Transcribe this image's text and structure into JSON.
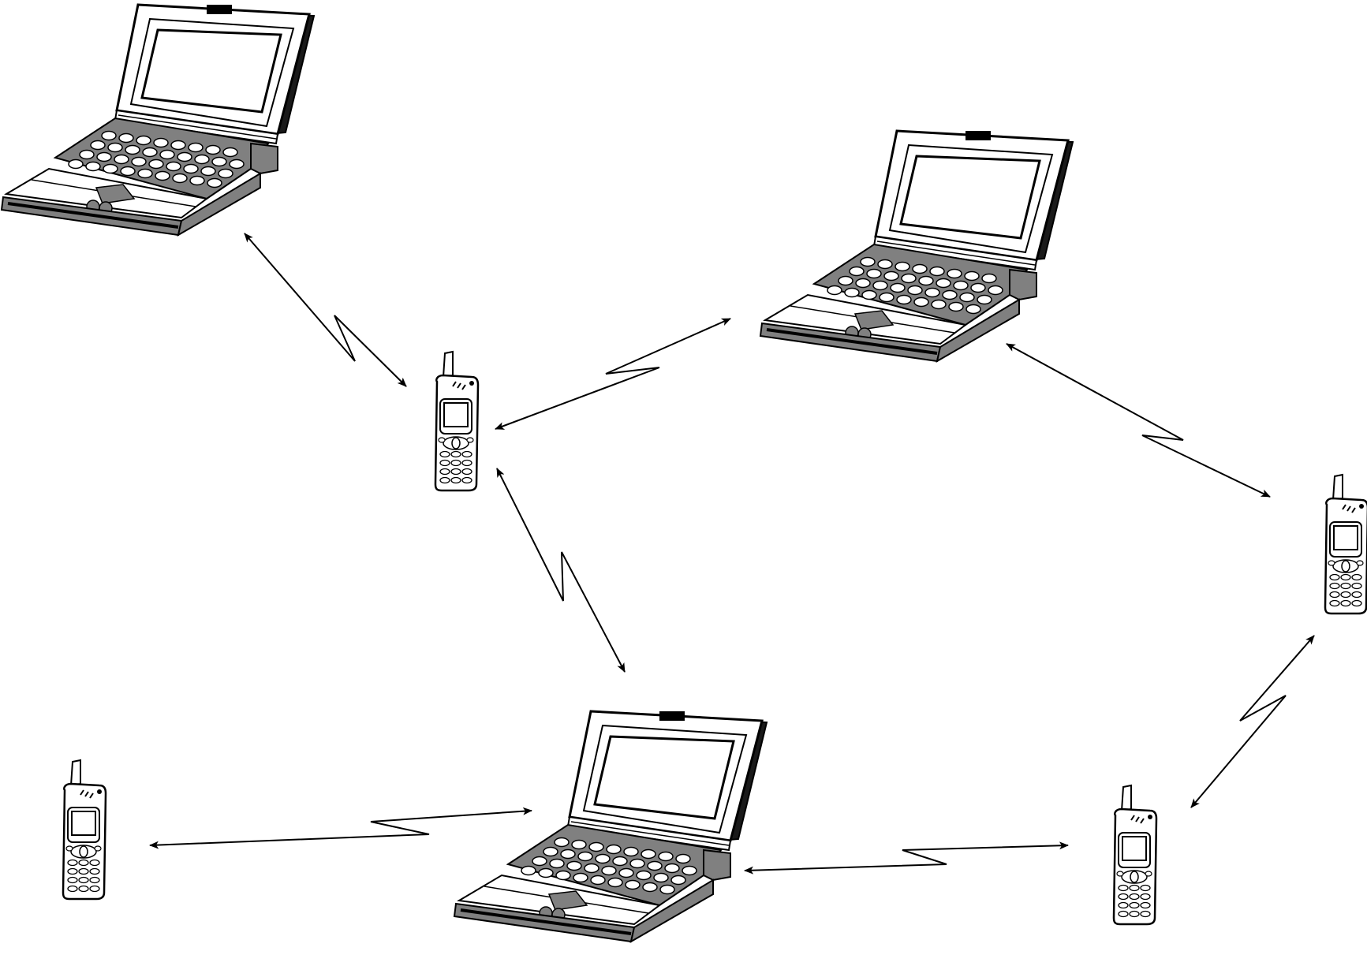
{
  "diagram": {
    "type": "ad-hoc wireless network",
    "nodes": [
      {
        "id": "laptop-a",
        "kind": "laptop",
        "icon": "laptop-icon"
      },
      {
        "id": "laptop-b",
        "kind": "laptop",
        "icon": "laptop-icon"
      },
      {
        "id": "laptop-c",
        "kind": "laptop",
        "icon": "laptop-icon"
      },
      {
        "id": "phone-a",
        "kind": "mobile-phone",
        "icon": "mobile-phone-icon"
      },
      {
        "id": "phone-b",
        "kind": "mobile-phone",
        "icon": "mobile-phone-icon"
      },
      {
        "id": "phone-c",
        "kind": "mobile-phone",
        "icon": "mobile-phone-icon"
      },
      {
        "id": "phone-d",
        "kind": "mobile-phone",
        "icon": "mobile-phone-icon"
      }
    ],
    "links": [
      {
        "from": "laptop-a",
        "to": "phone-a",
        "style": "bidirectional-wireless"
      },
      {
        "from": "phone-a",
        "to": "laptop-b",
        "style": "bidirectional-wireless"
      },
      {
        "from": "phone-a",
        "to": "laptop-c",
        "style": "bidirectional-wireless"
      },
      {
        "from": "laptop-b",
        "to": "phone-b",
        "style": "bidirectional-wireless"
      },
      {
        "from": "phone-b",
        "to": "phone-d",
        "style": "bidirectional-wireless"
      },
      {
        "from": "laptop-c",
        "to": "phone-d",
        "style": "bidirectional-wireless"
      },
      {
        "from": "phone-c",
        "to": "laptop-c",
        "style": "bidirectional-wireless"
      }
    ],
    "colors": {
      "line": "#000000",
      "device_fill": "#ffffff",
      "device_shade": "#808080",
      "device_dark": "#1a1a1a"
    }
  }
}
